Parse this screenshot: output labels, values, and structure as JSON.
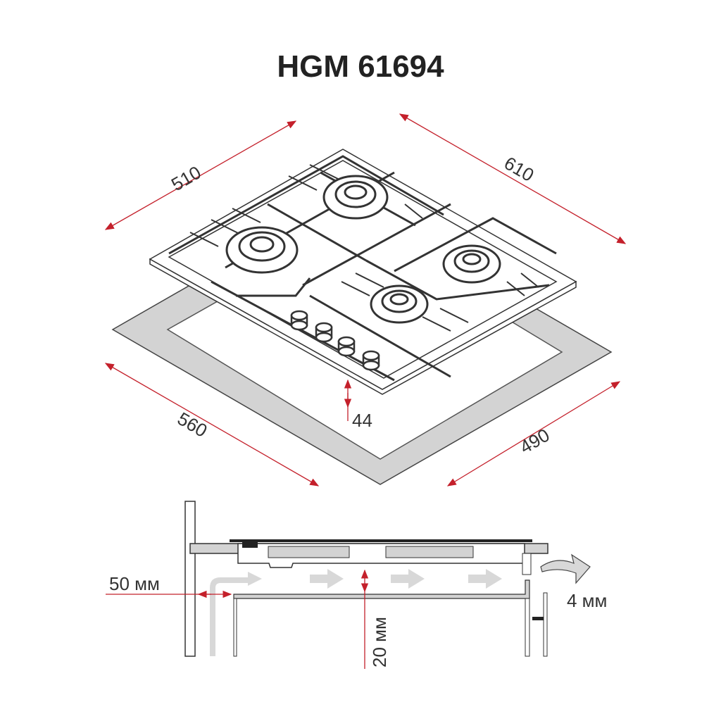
{
  "title": "HGM 61694",
  "dimensions": {
    "depth_top": "510",
    "width_top": "610",
    "cutout_width": "560",
    "cutout_depth": "490",
    "height": "44",
    "wall_gap": "50 мм",
    "air_gap": "20 мм",
    "vent_gap": "4 мм"
  },
  "colors": {
    "dimension_line": "#c4202b",
    "cutout": "#d3d3d3",
    "airflow": "#d8d8d8"
  }
}
